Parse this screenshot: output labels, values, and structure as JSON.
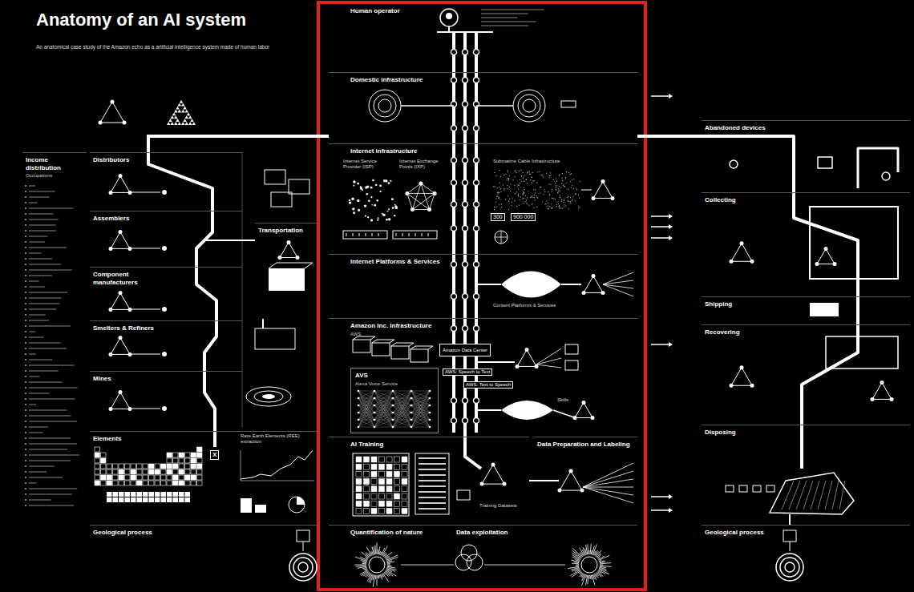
{
  "diagram": {
    "title": "Anatomy of an AI system",
    "nodes": [
      {
        "text": [
          "Income distribution",
          "Occupations"
        ]
      },
      {
        "text": [
          "Distributors"
        ]
      },
      {
        "text": [
          "Assemblers"
        ]
      },
      {
        "text": [
          "Component manufacturers"
        ]
      },
      {
        "text": [
          "Smelters & Refiners"
        ]
      },
      {
        "text": [
          "Mines"
        ]
      },
      {
        "text": [
          "Elements"
        ]
      },
      {
        "text": [
          "Geological process"
        ]
      },
      {
        "text": [
          "Transportation"
        ]
      },
      {
        "text": [
          "Human operator"
        ]
      },
      {
        "text": [
          "Domestic infrastructure"
        ]
      },
      {
        "text": [
          "Internet infrastructure"
        ]
      },
      {
        "text": [
          "Internet Platforms & Services"
        ]
      },
      {
        "text": [
          "Amazon Inc. Infrastructure",
          "AWS"
        ]
      },
      {
        "text": [
          "Amazon Data Center"
        ],
        "in": 13
      },
      {
        "text": [
          "AVS",
          "Alexa Voice Service"
        ],
        "in": 13
      },
      {
        "text": [
          "AI Training"
        ]
      },
      {
        "text": [
          "Data Preparation and Labeling"
        ]
      },
      {
        "text": [
          "Quantification of nature"
        ]
      },
      {
        "text": [
          "Data exploitation"
        ],
        "in": 18
      },
      {
        "text": [
          "Abandoned devices"
        ]
      },
      {
        "text": [
          "Collecting"
        ]
      },
      {
        "text": [
          "Shipping"
        ]
      },
      {
        "text": [
          "Recovering"
        ]
      },
      {
        "text": [
          "Disposing"
        ]
      },
      {
        "text": [
          "Geological process"
        ]
      }
    ],
    "edges": [
      {
        "from": 5,
        "to": 4,
        "arrow": "none"
      },
      {
        "from": 4,
        "to": 3,
        "arrow": "none"
      },
      {
        "from": 3,
        "to": 2,
        "arrow": "none"
      },
      {
        "from": 2,
        "to": 1,
        "arrow": "none"
      },
      {
        "from": 1,
        "to": 10,
        "arrow": "none"
      },
      {
        "from": 2,
        "to": 8,
        "arrow": "none"
      },
      {
        "from": 9,
        "to": 10,
        "arrow": "none"
      },
      {
        "from": 10,
        "to": 11,
        "arrow": "none"
      },
      {
        "from": 11,
        "to": 12,
        "arrow": "none"
      },
      {
        "from": 12,
        "to": 13,
        "arrow": "none"
      },
      {
        "from": 13,
        "to": 16,
        "arrow": "none"
      },
      {
        "from": 16,
        "to": 17,
        "arrow": "none"
      },
      {
        "from": 10,
        "to": 20,
        "arrow": "none"
      },
      {
        "from": 20,
        "to": 21,
        "arrow": "none"
      },
      {
        "from": 21,
        "to": 22,
        "arrow": "none"
      },
      {
        "from": 22,
        "to": 23,
        "arrow": "none"
      },
      {
        "from": 23,
        "to": 24,
        "arrow": "none"
      },
      {
        "from": 24,
        "to": 25,
        "arrow": "none"
      }
    ],
    "labels": [
      "An anatomical case study of the Amazon echo as a artificial intelligence system made of human labor",
      "Internet Service Provider (ISP)",
      "Internet Exchange Points (IXP)",
      "Submarine Cable Infrastructure",
      "300",
      "900 000",
      "Content Platforms & Services",
      "AWS: Speech to Text",
      "AWS: Text to Speech",
      "Skills",
      "Training Datasets",
      "Rare Earth Elements (REE) extraction",
      "X"
    ]
  }
}
